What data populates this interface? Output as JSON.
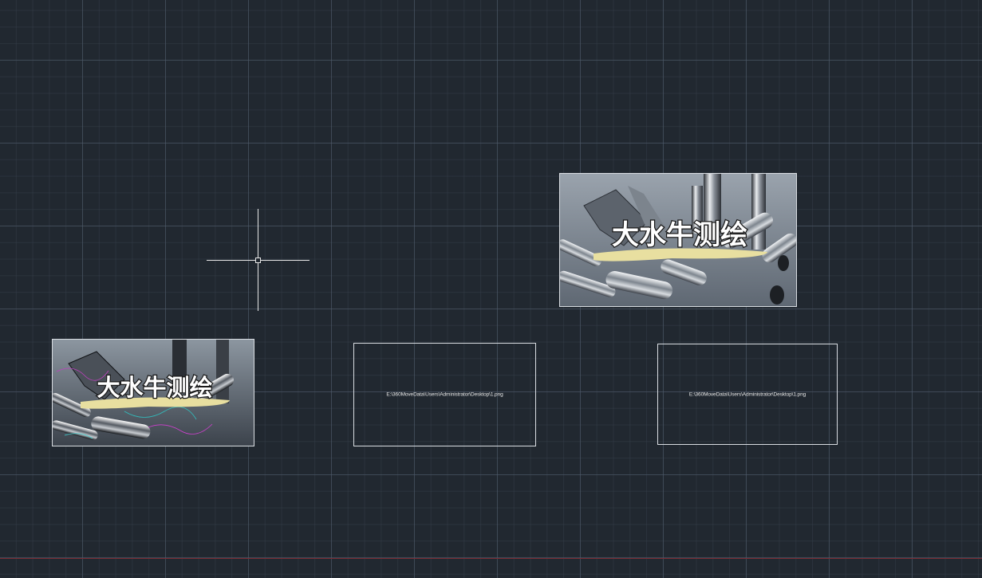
{
  "canvas": {
    "background": "#212830",
    "grid_major": "#505c6c",
    "grid_minor": "#37404c",
    "axis_color": "#7a2b33"
  },
  "cursor": {
    "type": "crosshair-icon"
  },
  "images": {
    "top_right": {
      "banner_text": "大水牛测绘"
    },
    "bottom_left": {
      "banner_text": "大水牛测绘"
    }
  },
  "frames": {
    "middle": {
      "path": "E:\\360MoveData\\Users\\Administrator\\Desktop\\1.png"
    },
    "right": {
      "path": "E:\\360MoveData\\Users\\Administrator\\Desktop\\1.png"
    }
  }
}
